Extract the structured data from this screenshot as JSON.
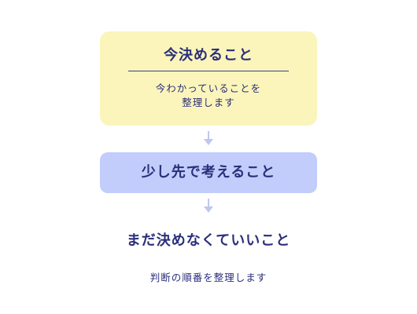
{
  "diagram": {
    "steps": [
      {
        "title": "今決めること",
        "description_lines": [
          "今わかっていることを",
          "整理します"
        ]
      },
      {
        "title": "少し先で考えること"
      },
      {
        "title": "まだ決めなくていいこと",
        "description": "判断の順番を整理します"
      }
    ]
  },
  "colors": {
    "text": "#2b2f7a",
    "box_now_fill": "#fbf5bb",
    "box_soon_fill": "#c2cdfb",
    "arrow": "#bfc6ef"
  }
}
